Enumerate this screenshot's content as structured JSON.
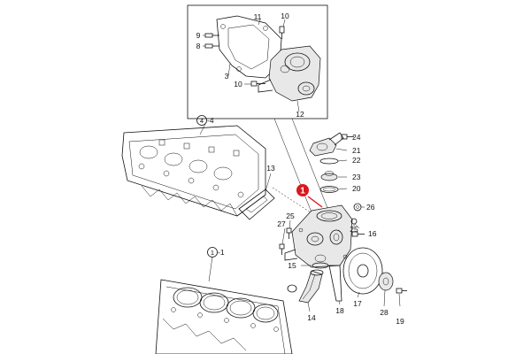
{
  "callouts": [
    {
      "id": "n1",
      "text": "1"
    },
    {
      "id": "n3",
      "text": "3"
    },
    {
      "id": "n8",
      "text": "8"
    },
    {
      "id": "n9",
      "text": "9"
    },
    {
      "id": "n10a",
      "text": "10"
    },
    {
      "id": "n10b",
      "text": "10"
    },
    {
      "id": "n11",
      "text": "11"
    },
    {
      "id": "n12",
      "text": "12"
    },
    {
      "id": "n13",
      "text": "13"
    },
    {
      "id": "n14",
      "text": "14"
    },
    {
      "id": "n15",
      "text": "15"
    },
    {
      "id": "n16",
      "text": "16"
    },
    {
      "id": "n17",
      "text": "17"
    },
    {
      "id": "n18",
      "text": "18"
    },
    {
      "id": "n19",
      "text": "19"
    },
    {
      "id": "n20",
      "text": "20"
    },
    {
      "id": "n21",
      "text": "21"
    },
    {
      "id": "n22",
      "text": "22"
    },
    {
      "id": "n23",
      "text": "23"
    },
    {
      "id": "n24",
      "text": "24"
    },
    {
      "id": "n25a",
      "text": "25"
    },
    {
      "id": "n25b",
      "text": "25"
    },
    {
      "id": "n26",
      "text": "26"
    },
    {
      "id": "n27",
      "text": "27"
    },
    {
      "id": "n28",
      "text": "28"
    }
  ],
  "refs": [
    {
      "id": "ref4",
      "circle": "4",
      "suffix": "-4"
    },
    {
      "id": "ref1",
      "circle": "1",
      "suffix": "-1"
    }
  ],
  "highlight": {
    "label": "1",
    "color": "#d8181f"
  },
  "colors": {
    "ink": "#111111",
    "accent": "#d8181f",
    "background": "#ffffff"
  }
}
